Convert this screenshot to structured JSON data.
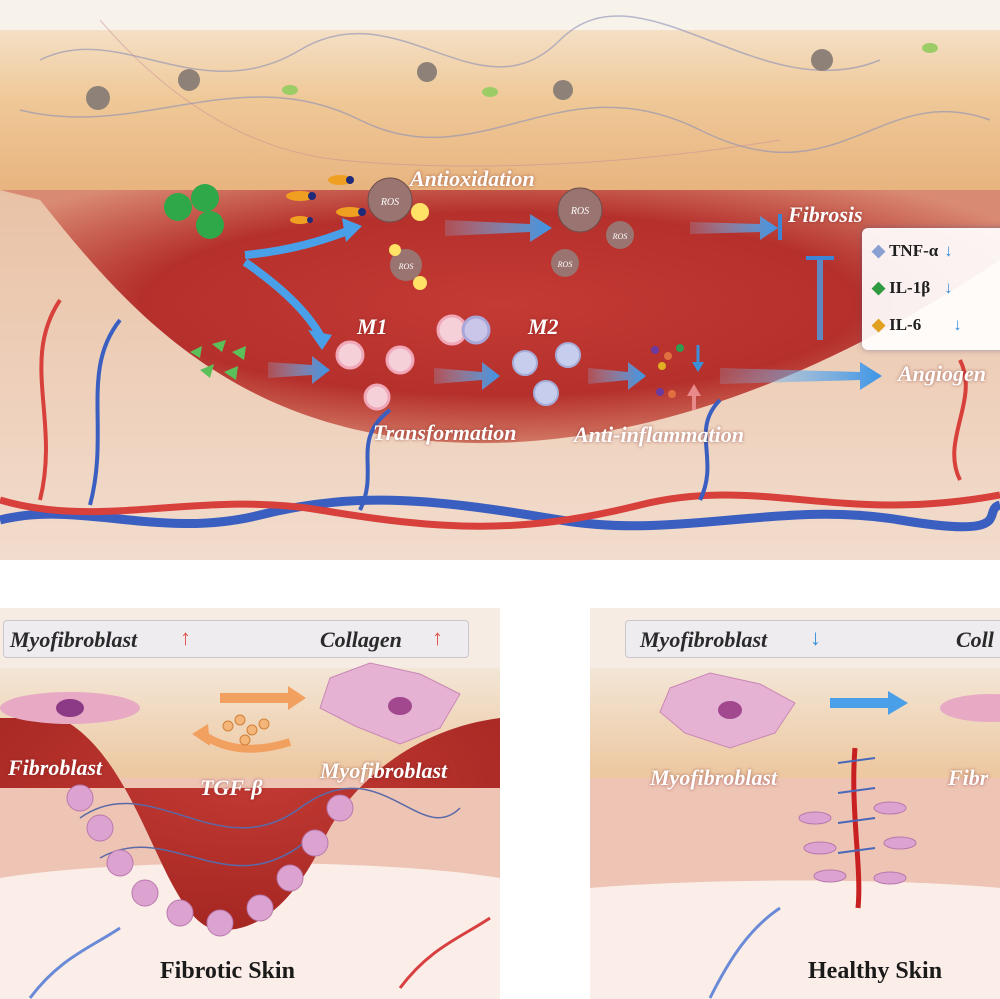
{
  "top_panel": {
    "labels": {
      "antioxidation": "Antioxidation",
      "fibrosis": "Fibrosis",
      "m1": "M1",
      "m2": "M2",
      "transformation": "Transformation",
      "anti_inflammation": "Anti-inflammation",
      "angiogenesis_partial": "Angiogen"
    },
    "ros_label": "ROS",
    "legend": [
      {
        "name": "TNF-α",
        "trend": "down"
      },
      {
        "name": "IL-1β",
        "trend": "down"
      },
      {
        "name": "IL-6",
        "trend": "down"
      }
    ]
  },
  "fibrotic_panel": {
    "banner_left": "Myofibroblast",
    "banner_left_trend": "up",
    "banner_right": "Collagen",
    "banner_right_trend": "up",
    "label_fibroblast": "Fibroblast",
    "label_tgf": "TGF-β",
    "label_myofibroblast": "Myofibroblast",
    "title": "Fibrotic Skin"
  },
  "healthy_panel": {
    "banner_left": "Myofibroblast",
    "banner_left_trend": "down",
    "banner_right_partial": "Coll",
    "label_myofibroblast": "Myofibroblast",
    "label_fibro_partial": "Fibr",
    "title": "Healthy Skin"
  },
  "colors": {
    "up_arrow": "#e0504a",
    "down_arrow": "#3b8fd8",
    "flow_arrow": "#4aa0e8",
    "wound_red": "#b8322e",
    "skin_tan": "#e8b98a"
  }
}
